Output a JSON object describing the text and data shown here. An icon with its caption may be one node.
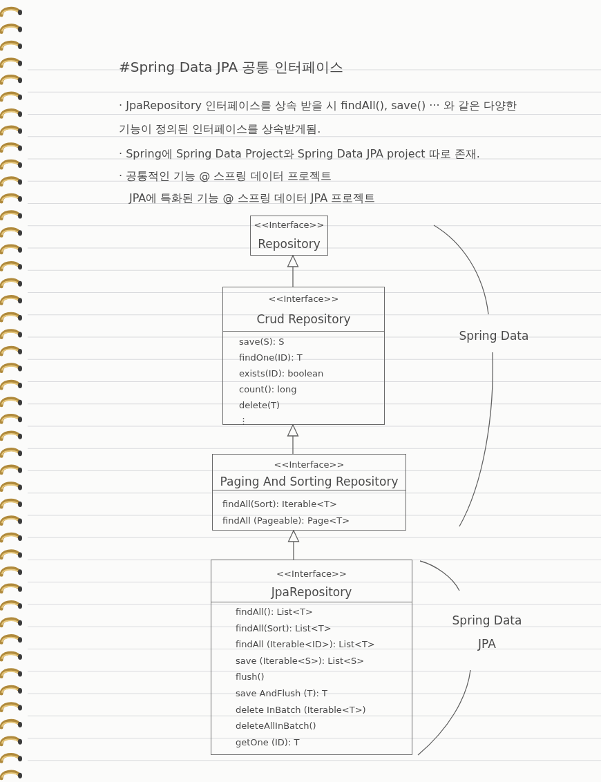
{
  "diagram": {
    "title": "#Spring Data JPA 공통 인터페이스",
    "nodes": [
      {
        "text": [
          "<<Interface>>",
          "Repository"
        ]
      },
      {
        "text": [
          "<<Interface>>",
          "Crud Repository",
          "save(S): S",
          "findOne(ID): T",
          "exists(ID): boolean",
          "count(): long",
          "delete(T)",
          "⋮"
        ]
      },
      {
        "text": [
          "<<Interface>>",
          "Paging And Sorting Repository",
          "findAll(Sort): Iterable<T>",
          "findAll (Pageable): Page<T>"
        ]
      },
      {
        "text": [
          "<<Interface>>",
          "JpaRepository",
          "findAll(): List<T>",
          "findAll(Sort): List<T>",
          "findAll (Iterable<ID>): List<T>",
          "save (Iterable<S>): List<S>",
          "flush()",
          "save AndFlush (T): T",
          "delete InBatch (Iterable<T>)",
          "deleteAllInBatch()",
          "getOne (ID): T"
        ]
      }
    ],
    "edges": [
      {
        "from": 1,
        "to": 0,
        "arrow": "to"
      },
      {
        "from": 2,
        "to": 1,
        "arrow": "to"
      },
      {
        "from": 3,
        "to": 2,
        "arrow": "to"
      }
    ],
    "labels": [
      "· JpaRepository 인터페이스를 상속 받을 시 findAll(), save() ··· 와 같은 다양한 기능이 정의된 인터페이스를 상속받게됨.",
      "· Spring에 Spring Data Project와 Spring Data JPA project 따로 존재.",
      "· 공통적인 기능 @ 스프링 데이터 프로젝트",
      "JPA에 특화된 기능 @ 스프링 데이터 JPA 프로젝트",
      "Spring Data",
      "Spring Data JPA"
    ]
  }
}
